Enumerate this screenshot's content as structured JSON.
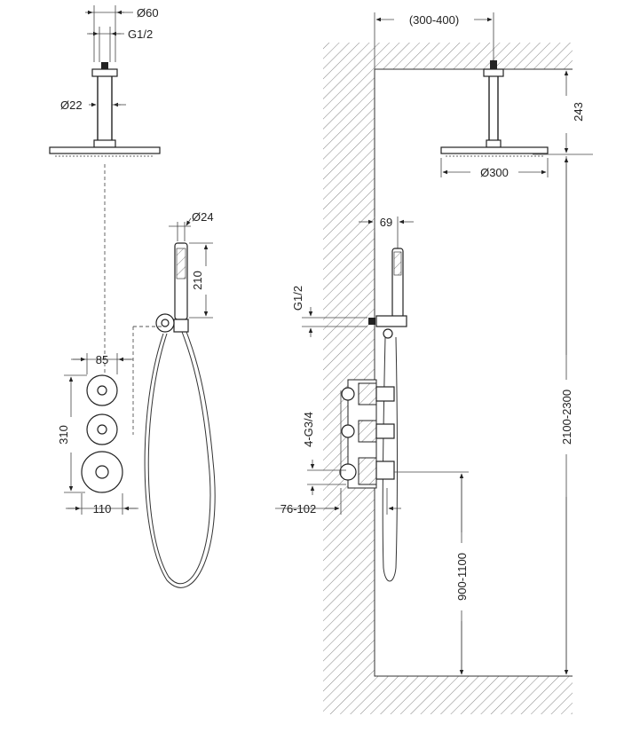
{
  "labels": {
    "left_head_diameter": "Ø60",
    "left_thread": "G1/2",
    "left_arm_diameter": "Ø22",
    "handshower_diameter": "Ø24",
    "handshower_length": "210",
    "valve_spacing": "85",
    "valve_height": "310",
    "valve_width": "110",
    "wall_offset": "(300-400)",
    "arm_length": "243",
    "head_diameter": "Ø300",
    "bracket_depth": "69",
    "bracket_thread": "G1/2",
    "valve_threads": "4-G3/4",
    "recess_depth": "76-102",
    "outlet_height": "900-1100",
    "head_height": "2100-2300"
  }
}
